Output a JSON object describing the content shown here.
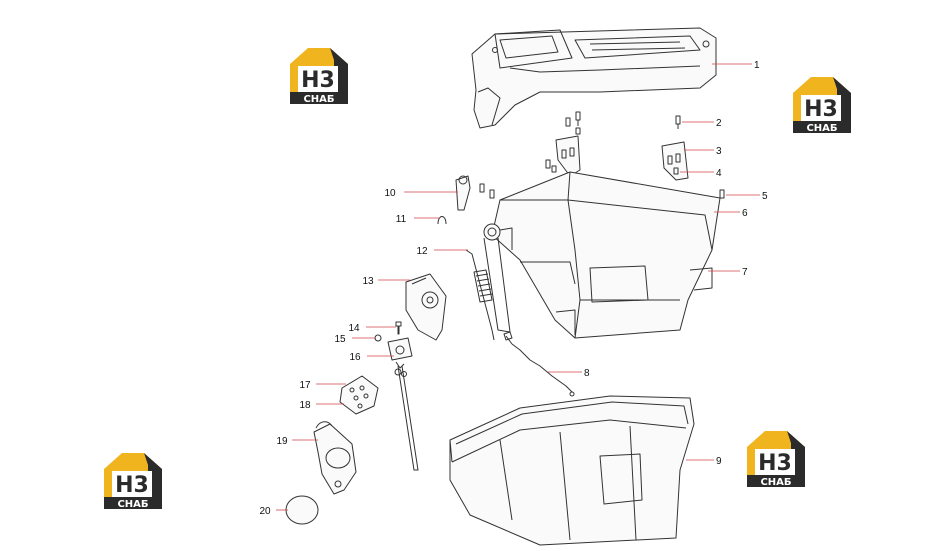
{
  "logos": [
    {
      "mark": "H3",
      "caption": "СНАБ"
    },
    {
      "mark": "H3",
      "caption": "СНАБ"
    },
    {
      "mark": "H3",
      "caption": "СНАБ"
    },
    {
      "mark": "H3",
      "caption": "СНАБ"
    }
  ],
  "callouts": [
    "1",
    "2",
    "3",
    "4",
    "5",
    "6",
    "7",
    "8",
    "9",
    "10",
    "11",
    "12",
    "13",
    "14",
    "15",
    "16",
    "17",
    "18",
    "19",
    "20"
  ],
  "colors": {
    "leader_line": "#d0454a",
    "outline": "#333333",
    "logo_gold": "#f0b41e",
    "logo_dark": "#2b2b2b",
    "logo_gray": "#8a8a8a"
  }
}
